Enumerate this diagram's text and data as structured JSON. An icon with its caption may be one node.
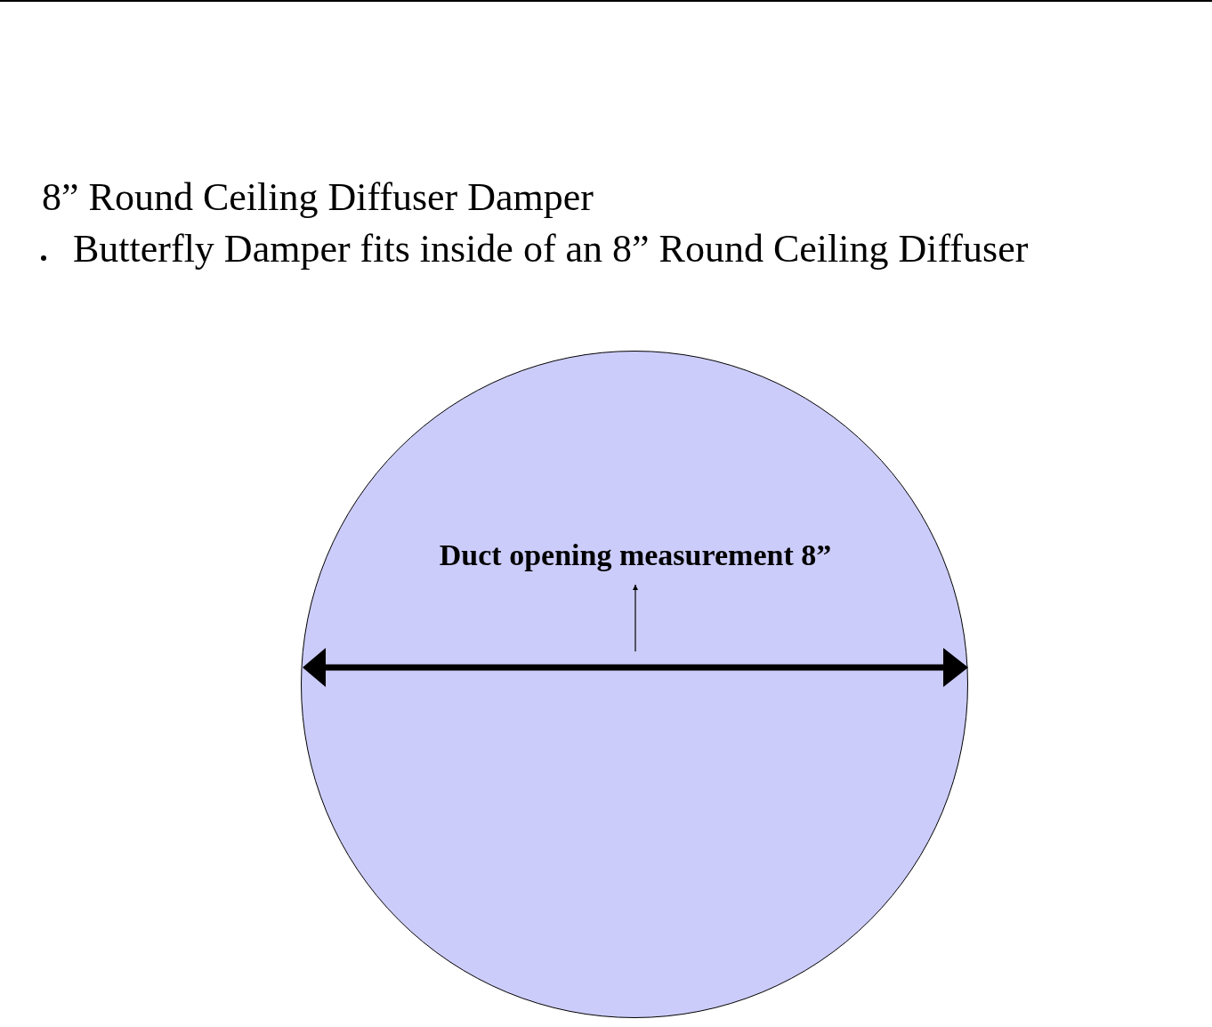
{
  "diagram": {
    "title": "8” Round Ceiling Diffuser Damper",
    "nodes": [
      {
        "text": [],
        "shape": "circle"
      },
      {
        "text": [
          "Duct opening measurement 8”"
        ],
        "in": 0
      }
    ],
    "edges": [
      {
        "from": null,
        "to": 1,
        "arrow": "to"
      }
    ],
    "labels": [
      "Butterfly Damper fits inside of an 8” Round Ceiling Diffuser"
    ]
  }
}
